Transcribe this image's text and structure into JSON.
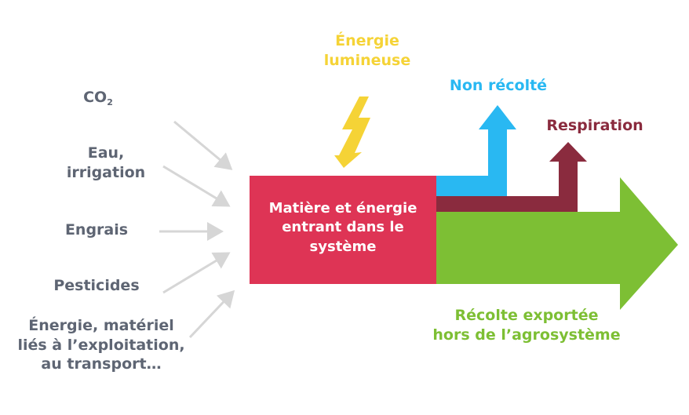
{
  "inputs": {
    "co2": "CO",
    "co2_sub": "2",
    "eau_line1": "Eau,",
    "eau_line2": "irrigation",
    "engrais": "Engrais",
    "pesticides": "Pesticides",
    "energie_line1": "Énergie, matériel",
    "energie_line2": "liés à l’exploitation,",
    "energie_line3": "au transport…"
  },
  "light": {
    "line1": "Énergie",
    "line2": "lumineuse"
  },
  "box": {
    "line1": "Matière et énergie",
    "line2": "entrant dans le",
    "line3": "système"
  },
  "outputs": {
    "non_recolte": "Non récolté",
    "respiration": "Respiration",
    "recolte_line1": "Récolte exportée",
    "recolte_line2": "hors de l’agrosystème"
  },
  "colors": {
    "input_text": "#5e6573",
    "input_arrow": "#d6d6d6",
    "light": "#f5d336",
    "box": "#de3455",
    "non_recolte": "#29b8f2",
    "respiration": "#8a2b3e",
    "recolte": "#7dbf34"
  }
}
